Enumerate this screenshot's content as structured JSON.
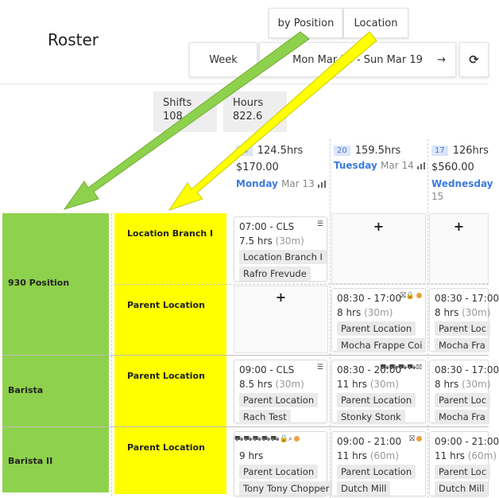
{
  "header": {
    "title": "Roster",
    "view_by_position": "by Position",
    "view_location": "Location",
    "period": "Week",
    "prev_arrow": "←",
    "range": "Mon Mar 13 - Sun Mar 19",
    "next_arrow": "→",
    "refresh_icon": "⟳"
  },
  "stats": {
    "shifts_label": "Shifts",
    "shifts_value": "108",
    "hours_label": "Hours",
    "hours_value": "822.6"
  },
  "days": [
    {
      "badge": "17",
      "hours": "124.5hrs",
      "cost": "$170.00",
      "name": "Monday",
      "date": "Mar 13"
    },
    {
      "badge": "20",
      "hours": "159.5hrs",
      "cost": "",
      "name": "Tuesday",
      "date": "Mar 14"
    },
    {
      "badge": "17",
      "hours": "126hrs",
      "cost": "$560.00",
      "name": "Wednesday",
      "date": "15"
    }
  ],
  "groups": [
    {
      "position": "930 Position",
      "locations": [
        "Location Branch I",
        "Parent Location"
      ]
    },
    {
      "position": "Barista",
      "locations": [
        "Parent Location"
      ]
    },
    {
      "position": "Barista II",
      "locations": [
        "Parent Location"
      ]
    }
  ],
  "plus_symbol": "+",
  "shifts": {
    "r1_mon": {
      "time": "07:00 - CLS",
      "hours": "7.5 hrs",
      "break": "(30m)",
      "location": "Location Branch I",
      "person": "Rafro Frevude",
      "icons": "☰"
    },
    "r2_tue": {
      "time": "08:30 - 17:00",
      "hours": "8 hrs",
      "break": "(30m)",
      "location": "Parent Location",
      "person": "Mocha Frappe Coi",
      "icons": "⛝🔒"
    },
    "r2_wed": {
      "time": "08:30 - 17:00",
      "hours": "8 hrs",
      "break": "(30m)",
      "location": "Parent Loc",
      "person": "Mocha Fra",
      "icons": ""
    },
    "r3_mon": {
      "time": "09:00 - CLS",
      "hours": "8.5 hrs",
      "break": "(30m)",
      "location": "Parent Location",
      "person": "Rach Test",
      "icons": "☰"
    },
    "r3_tue": {
      "time": "08:30 - 20:00",
      "hours": "11 hrs",
      "break": "(30m)",
      "location": "Parent Location",
      "person": "Stonky Stonk",
      "icons": "⛟⛟⛟⛟⛝"
    },
    "r3_wed": {
      "time": "08:30 - 17:00",
      "hours": "8 hrs",
      "break": "(30m)",
      "location": "Parent Loc",
      "person": "Mocha Fra",
      "icons": ""
    },
    "r4_mon": {
      "time": "",
      "hours": "9 hrs",
      "break": "",
      "location": "Parent Location",
      "person": "Tony Tony Chopper",
      "icons": "⛟⛟⛟⛟⛟🔒⌕"
    },
    "r4_tue": {
      "time": "09:00 - 21:00",
      "hours": "11 hrs",
      "break": "(60m)",
      "location": "Parent Location",
      "person": "Dutch Mill",
      "icons": "⛝"
    },
    "r4_wed": {
      "time": "09:00 - 21:00",
      "hours": "11 hrs",
      "break": "(60m)",
      "location": "Parent Loc",
      "person": "Dutch Mill",
      "icons": ""
    }
  },
  "colors": {
    "position_fill": "#8ed14c",
    "location_fill": "#ffff00",
    "accent_blue": "#3d7be0",
    "status_dot": "#f0a040",
    "arrow_green": "#8ed14c",
    "arrow_yellow": "#ffff00"
  }
}
